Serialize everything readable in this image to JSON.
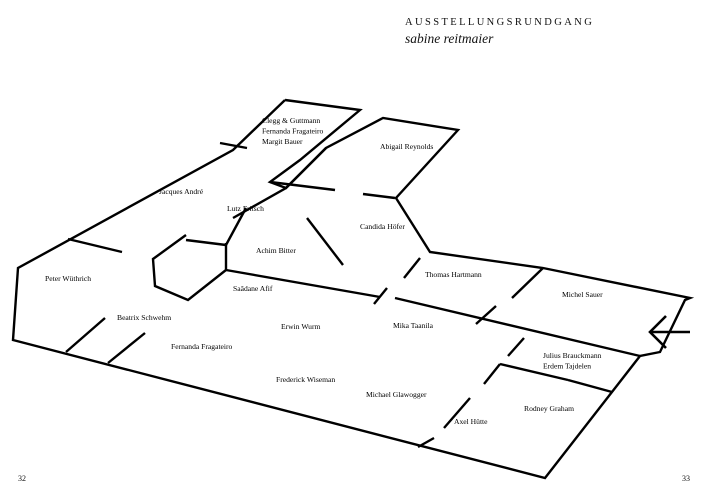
{
  "header": {
    "title": "AUSSTELLUNGSRUNDGANG",
    "subtitle": "sabine reitmaier"
  },
  "page_numbers": {
    "left": "32",
    "right": "33"
  },
  "rooms": [
    {
      "id": "clegg",
      "lines": [
        "Clegg & Guttmann",
        "Fernanda Fragateiro",
        "Margit Bauer"
      ]
    },
    {
      "id": "reynolds",
      "lines": [
        "Abigail Reynolds"
      ]
    },
    {
      "id": "andre",
      "lines": [
        "Jacques André"
      ]
    },
    {
      "id": "fritsch",
      "lines": [
        "Lutz Fritsch"
      ]
    },
    {
      "id": "hoefer",
      "lines": [
        "Candida Höfer"
      ]
    },
    {
      "id": "bitter",
      "lines": [
        "Achim Bitter"
      ]
    },
    {
      "id": "hartmann",
      "lines": [
        "Thomas Hartmann"
      ]
    },
    {
      "id": "wuethrich",
      "lines": [
        "Peter Wüthrich"
      ]
    },
    {
      "id": "afif",
      "lines": [
        "Saâdane Afif"
      ]
    },
    {
      "id": "sauer",
      "lines": [
        "Michel Sauer"
      ]
    },
    {
      "id": "schwehm",
      "lines": [
        "Beatrix Schwehm"
      ]
    },
    {
      "id": "wurm",
      "lines": [
        "Erwin Wurm"
      ]
    },
    {
      "id": "taanila",
      "lines": [
        "Mika Taanila"
      ]
    },
    {
      "id": "fragateiro2",
      "lines": [
        "Fernanda Fragateiro"
      ]
    },
    {
      "id": "brauckmann",
      "lines": [
        "Julius Brauckmann",
        "Erdem Tajdelen"
      ]
    },
    {
      "id": "wiseman",
      "lines": [
        "Frederick Wiseman"
      ]
    },
    {
      "id": "glawogger",
      "lines": [
        "Michael Glawogger"
      ]
    },
    {
      "id": "graham",
      "lines": [
        "Rodney Graham"
      ]
    },
    {
      "id": "huette",
      "lines": [
        "Axel Hütte"
      ]
    }
  ]
}
